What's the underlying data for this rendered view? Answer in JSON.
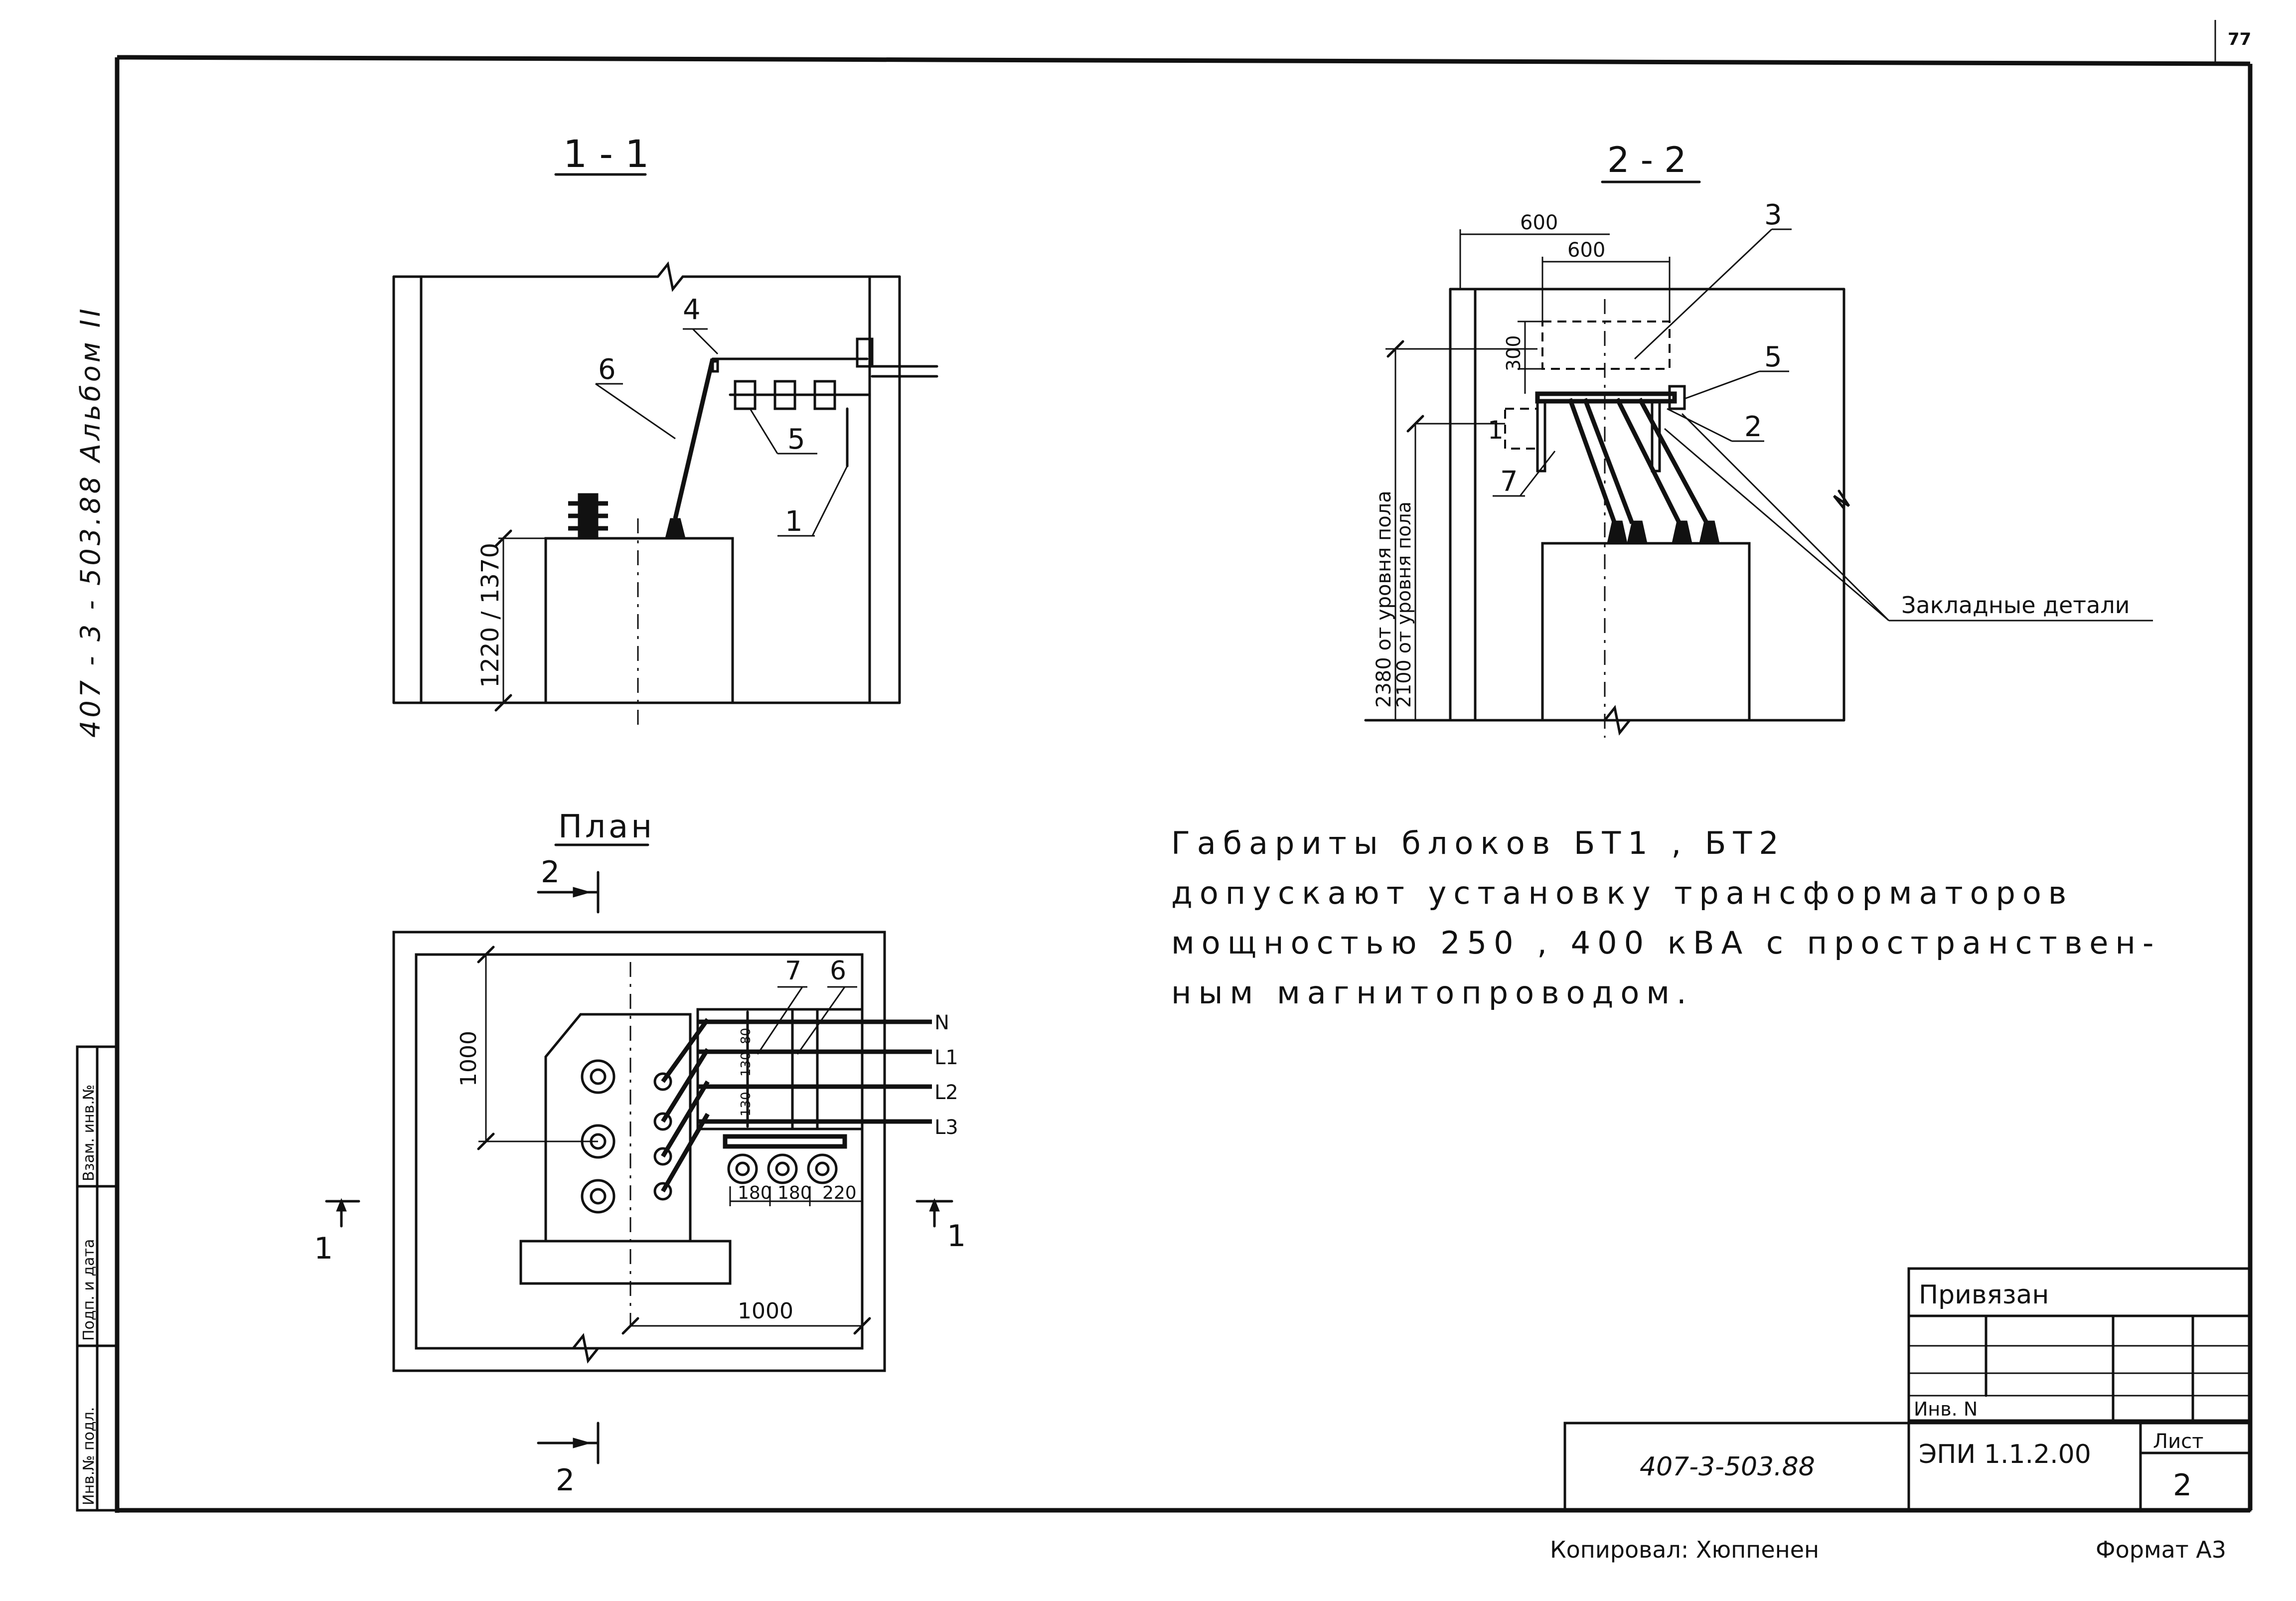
{
  "page_number": "77",
  "side_label": "407 - 3 - 503.88  Альбом II",
  "section_1": {
    "title": "1 - 1",
    "dimension_height": "1220 / 1370",
    "callouts": [
      "4",
      "6",
      "5",
      "1"
    ]
  },
  "section_2": {
    "title": "2 - 2",
    "dim_600_outer": "600",
    "dim_600_inner": "600",
    "dim_300": "300",
    "dim_2380": "2380 от уровня пола",
    "dim_2100": "2100 от уровня пола",
    "callouts": [
      "3",
      "5",
      "2",
      "1",
      "7"
    ],
    "embedded_label": "Закладные детали"
  },
  "plan": {
    "title": "План",
    "dim_1000_vertical": "1000",
    "dim_1000_horizontal": "1000",
    "dim_180_a": "180",
    "dim_180_b": "180",
    "dim_220": "220",
    "dim_130_a": "130",
    "dim_130_b": "130",
    "dim_80": "80",
    "callout_7": "7",
    "callout_6": "6",
    "bus_labels": [
      "N",
      "L1",
      "L2",
      "L3"
    ],
    "section_mark_2": "2",
    "section_mark_1": "1"
  },
  "note": {
    "line1": "Габариты   блоков  БТ1  , БТ2",
    "line2": "допускают  установку  трансформаторов",
    "line3": "мощностью  250 , 400 кВА с пространствен-",
    "line4": "ным   магнитопроводом."
  },
  "title_block": {
    "bound_label": "Привязан",
    "inv_label": "Инв. N",
    "doc_code": "407-3-503.88",
    "sheet_code": "ЭПИ 1.1.2.00",
    "sheet_label": "Лист",
    "sheet_number": "2"
  },
  "left_strip": {
    "cells": [
      "Инв.№ подл.",
      "Подп. и дата",
      "Взам. инв.№"
    ]
  },
  "footer": {
    "copied_by": "Копировал: Хюппенен",
    "format": "Формат А3"
  }
}
